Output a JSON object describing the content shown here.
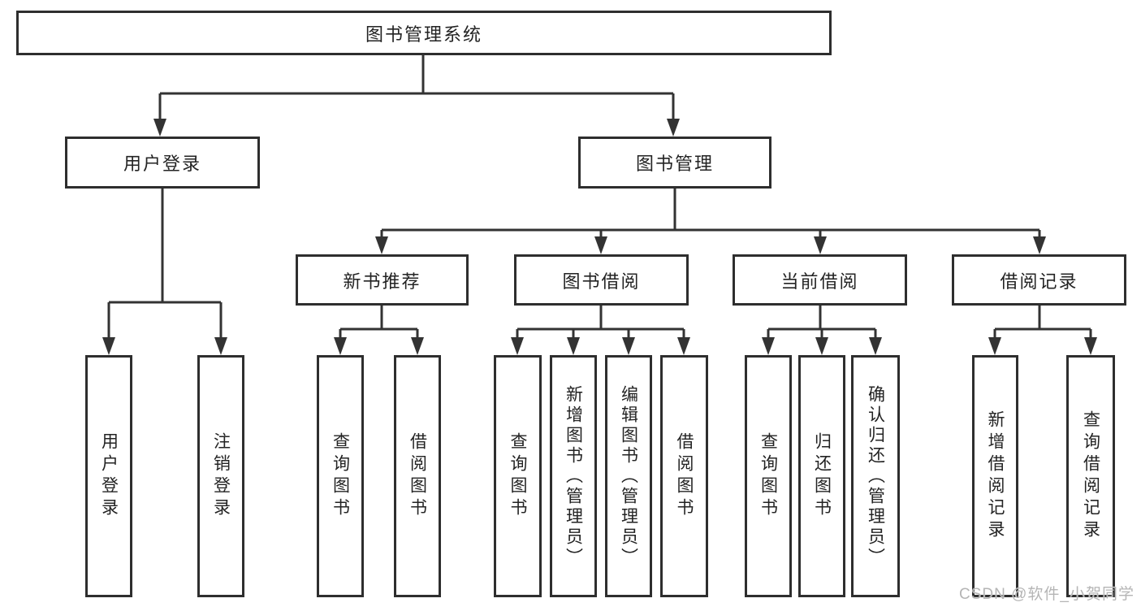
{
  "root": {
    "label": "图书管理系统"
  },
  "branches": [
    {
      "label": "用户登录"
    },
    {
      "label": "图书管理"
    }
  ],
  "groups": [
    {
      "label": "新书推荐"
    },
    {
      "label": "图书借阅"
    },
    {
      "label": "当前借阅"
    },
    {
      "label": "借阅记录"
    }
  ],
  "leaves": [
    {
      "label": "用户登录"
    },
    {
      "label": "注销登录"
    },
    {
      "label": "查询图书"
    },
    {
      "label": "借阅图书"
    },
    {
      "label": "查询图书"
    },
    {
      "label": "新增图书（管理员）"
    },
    {
      "label": "编辑图书（管理员）"
    },
    {
      "label": "借阅图书"
    },
    {
      "label": "查询图书"
    },
    {
      "label": "归还图书"
    },
    {
      "label": "确认归还（管理员）"
    },
    {
      "label": "新增借阅记录"
    },
    {
      "label": "查询借阅记录"
    }
  ],
  "watermark": "CSDN @软件_小贺同学",
  "colors": {
    "line": "#333333",
    "box_border": "#2e2e2e",
    "box_background": "#ffffff",
    "text": "#232323",
    "watermark": "#b5b5b5"
  }
}
